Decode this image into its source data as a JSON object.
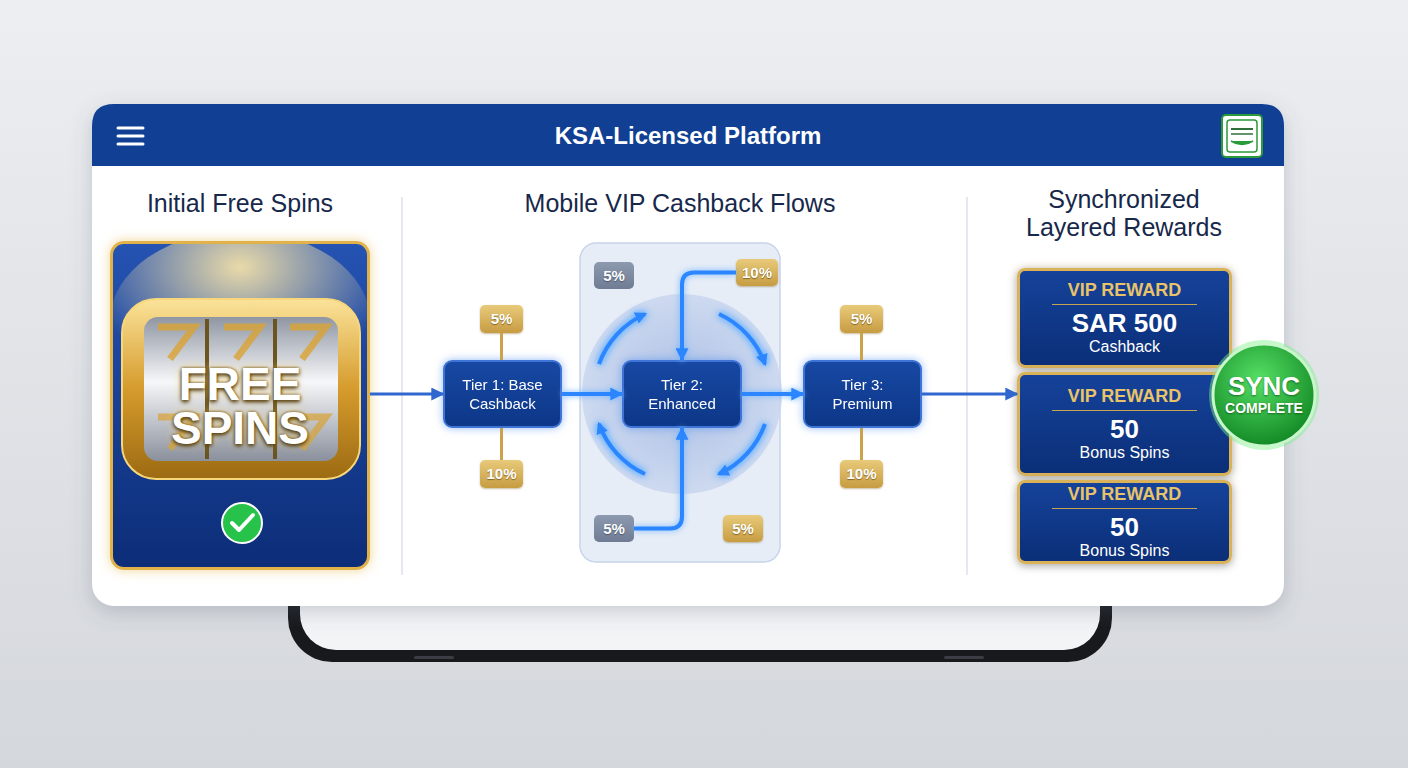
{
  "diagram": {
    "title": "KSA-Licensed Platform",
    "nodes": [
      {
        "text": [
          "FREE SPINS"
        ]
      },
      {
        "text": [
          "Tier 1: Base Cashback"
        ]
      },
      {
        "text": [
          "Tier 2: Enhanced"
        ]
      },
      {
        "text": [
          "Tier 3: Premium"
        ]
      },
      {
        "text": [
          "5%"
        ]
      },
      {
        "text": [
          "10%"
        ]
      },
      {
        "text": [
          "5%"
        ]
      },
      {
        "text": [
          "10%"
        ]
      },
      {
        "text": [
          "5%"
        ]
      },
      {
        "text": [
          "5%"
        ]
      },
      {
        "text": [
          "5%"
        ]
      },
      {
        "text": [
          "10%"
        ]
      },
      {
        "text": [
          "VIP REWARD",
          "SAR 500",
          "Cashback"
        ]
      },
      {
        "text": [
          "VIP REWARD",
          "50",
          "Bonus Spins"
        ]
      },
      {
        "text": [
          "VIP REWARD",
          "50",
          "Bonus Spins"
        ]
      },
      {
        "text": [
          "SYNC",
          "COMPLETE"
        ]
      }
    ],
    "edges": [
      {
        "from": 0,
        "to": 1,
        "arrow": "to"
      },
      {
        "from": 1,
        "to": 2,
        "arrow": "to"
      },
      {
        "from": 2,
        "to": 3,
        "arrow": "to"
      },
      {
        "from": 3,
        "to": 13,
        "arrow": "to"
      },
      {
        "from": 4,
        "to": 1,
        "arrow": "none"
      },
      {
        "from": 5,
        "to": 1,
        "arrow": "none"
      },
      {
        "from": 7,
        "to": 2,
        "arrow": "to"
      },
      {
        "from": 8,
        "to": 2,
        "arrow": "to"
      },
      {
        "from": 10,
        "to": 3,
        "arrow": "none"
      },
      {
        "from": 11,
        "to": 3,
        "arrow": "none"
      }
    ],
    "labels": [
      "Initial Free Spins",
      "Mobile VIP Cashback Flows",
      "Synchronized Layered Rewards"
    ]
  }
}
